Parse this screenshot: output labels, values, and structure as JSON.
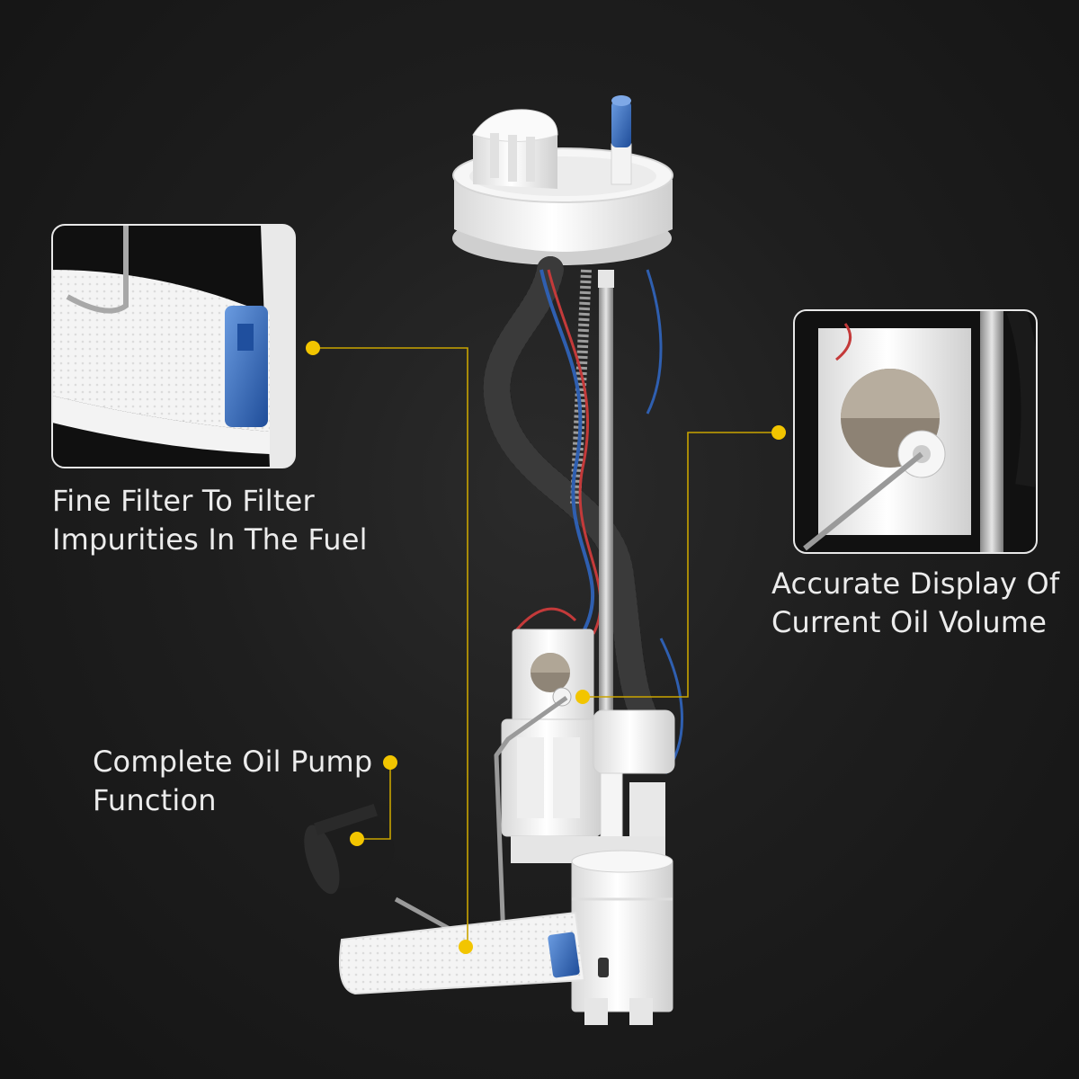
{
  "captions": {
    "filter": {
      "line1": "Fine Filter To Filter",
      "line2": "Impurities In The Fuel"
    },
    "float": {
      "line1": "Accurate Display Of",
      "line2": "Current Oil Volume"
    },
    "pump": {
      "line1": "Complete Oil Pump",
      "line2": "Function"
    }
  },
  "colors": {
    "background": "#1c1c1c",
    "accent_dot": "#f2c500",
    "leader_line": "#c9a400",
    "caption_text": "#ececec",
    "plastic_white": "#f1f1f1",
    "clip_blue": "#2f63b5",
    "hose_black": "#1a1a1a"
  },
  "icons": [
    "callout-dot-icon"
  ]
}
